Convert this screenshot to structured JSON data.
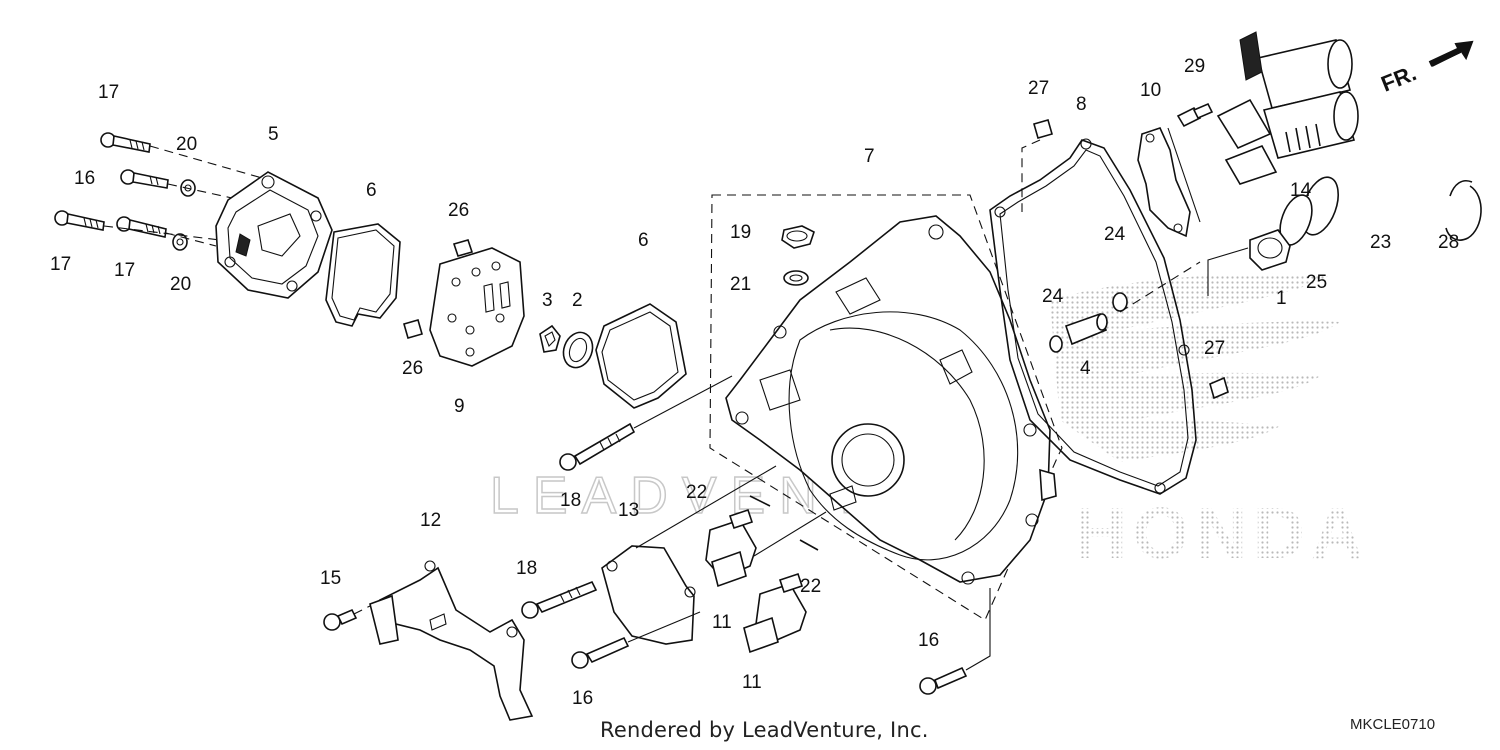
{
  "footer": {
    "rendered_by": "Rendered by LeadVenture, Inc.",
    "diagram_code": "MKCLE0710"
  },
  "direction_marker": {
    "label": "FR."
  },
  "watermarks": {
    "center": "LEADVENTURE",
    "brand": "HONDA"
  },
  "labels": {
    "p17a": "17",
    "p20a": "20",
    "p5": "5",
    "p16a": "16",
    "p6a": "6",
    "p17b": "17",
    "p17c": "17",
    "p20b": "20",
    "p26a": "26",
    "p26b": "26",
    "p3": "3",
    "p2": "2",
    "p6b": "6",
    "p9": "9",
    "p7": "7",
    "p19": "19",
    "p21": "21",
    "p27a": "27",
    "p8": "8",
    "p10": "10",
    "p29": "29",
    "p14": "14",
    "p28": "28",
    "p23": "23",
    "p25": "25",
    "p1": "1",
    "p24a": "24",
    "p24b": "24",
    "p4": "4",
    "p27b": "27",
    "p18a": "18",
    "p22a": "22",
    "p13": "13",
    "p12": "12",
    "p15": "15",
    "p18b": "18",
    "p11a": "11",
    "p22b": "22",
    "p11b": "11",
    "p16b": "16",
    "p16c": "16"
  },
  "colors": {
    "line": "#111111",
    "watermark": "#b8b8b8"
  }
}
